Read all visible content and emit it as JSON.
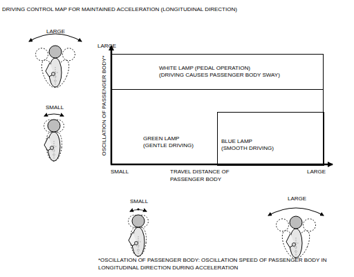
{
  "diagram": {
    "title": "DRIVING CONTROL MAP FOR MAINTAINED ACCELERATION (LONGITUDINAL DIRECTION)",
    "nodes": [
      {
        "text": [
          "WHITE LAMP (PEDAL OPERATION)",
          "(DRIVING CAUSES PASSENGER BODY SWAY)"
        ]
      },
      {
        "text": [
          "GREEN LAMP",
          "(GENTLE DRIVING)"
        ]
      },
      {
        "text": [
          "BLUE LAMP",
          "(SMOOTH DRIVING)"
        ],
        "in": 1
      }
    ],
    "labels": [
      "LARGE",
      "LARGE",
      "OSCILLATION OF PASSENGER BODY*",
      "SMALL",
      "SMALL",
      "TRAVEL DISTANCE OF PASSENGER BODY",
      "LARGE",
      "SMALL",
      "LARGE",
      "*OSCILLATION OF PASSENGER BODY: OSCILLATION SPEED OF PASSENGER BODY IN LONGITUDINAL DIRECTION DURING ACCELERATION"
    ]
  }
}
